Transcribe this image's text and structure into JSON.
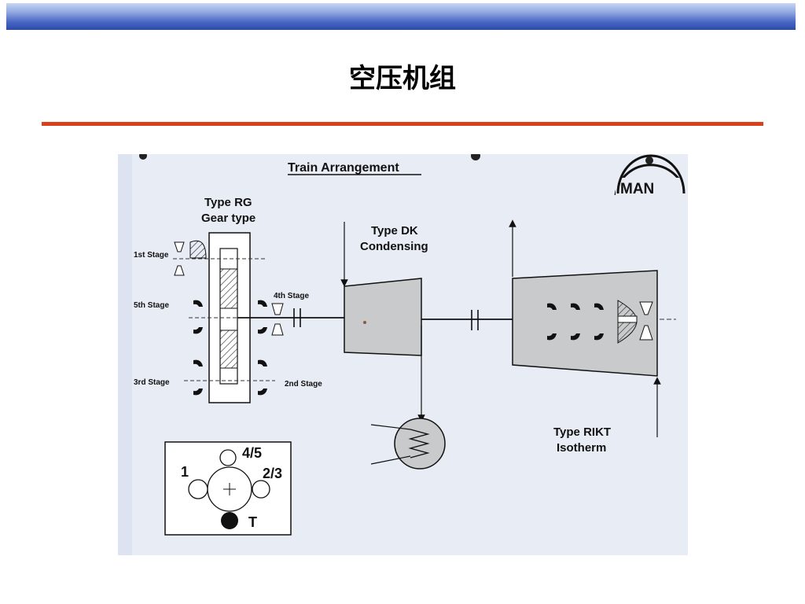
{
  "slide": {
    "title": "空压机组"
  },
  "diagram": {
    "heading": "Train Arrangement",
    "logo_text": "MAN",
    "gear_type_label_1": "Type RG",
    "gear_type_label_2": "Gear type",
    "condensing_label_1": "Type DK",
    "condensing_label_2": "Condensing",
    "isotherm_label_1": "Type RIKT",
    "isotherm_label_2": "Isotherm",
    "stages": {
      "first": "1st Stage",
      "fifth": "5th Stage",
      "fourth": "4th Stage",
      "third": "3rd Stage",
      "second": "2nd Stage"
    },
    "legend": {
      "top": "4/5",
      "left": "1",
      "right": "2/3",
      "bottom": "T"
    }
  },
  "colors": {
    "title_rule": "#d9401c",
    "header_bar": "#3a58b8",
    "paper": "#e9edf6",
    "machine_fill": "#c9cacc"
  }
}
